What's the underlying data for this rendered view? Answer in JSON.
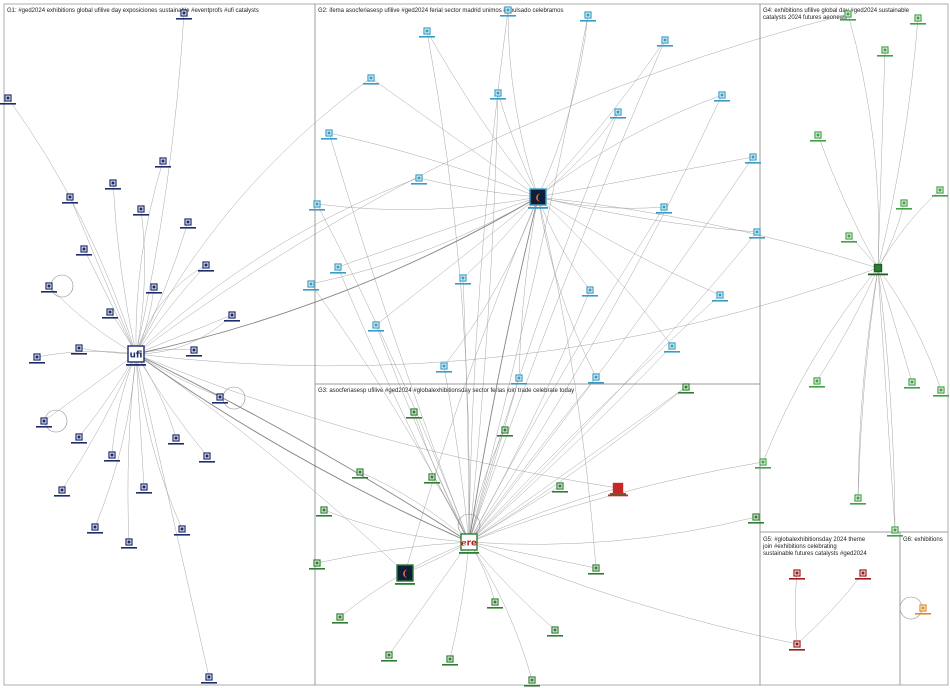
{
  "groups": [
    {
      "id": "G1",
      "label": "G1: #ged2024 exhibitions global ufilive day exposiciones sustainable #eventprofs #ufi catalysts"
    },
    {
      "id": "G2",
      "label": "G2: ifema asocferiasesp ufilive #ged2024 ferial sector madrid unimos impulsado celebramos"
    },
    {
      "id": "G3",
      "label": "G3: asocferiasesp ufilive #ged2024 #globalexhibitionsday sector ferias join trade celebrate today"
    },
    {
      "id": "G4",
      "label": "G4: exhibitions ufilive global day #ged2024 sustainable catalysts 2024 futures aeonews"
    },
    {
      "id": "G5",
      "label": "G5: #globalexhibitionsday 2024 theme join #exhibitions celebrating sustainable futures catalysts #ged2024"
    },
    {
      "id": "G6",
      "label": "G6: exhibitions"
    }
  ],
  "hubs": [
    {
      "id": "ufi",
      "glyph": "ufi",
      "group": "G1"
    },
    {
      "id": "g2-hub",
      "glyph": "❨",
      "group": "G2"
    },
    {
      "id": "g3-hub",
      "glyph": "ℯre",
      "group": "G3"
    }
  ],
  "colors": {
    "G1": "#1d2b6b",
    "G2": "#3a9cc4",
    "G3": "#2e7d32",
    "G4": "#43a047",
    "G5": "#9e1b1b",
    "G6": "#e08a2c"
  }
}
